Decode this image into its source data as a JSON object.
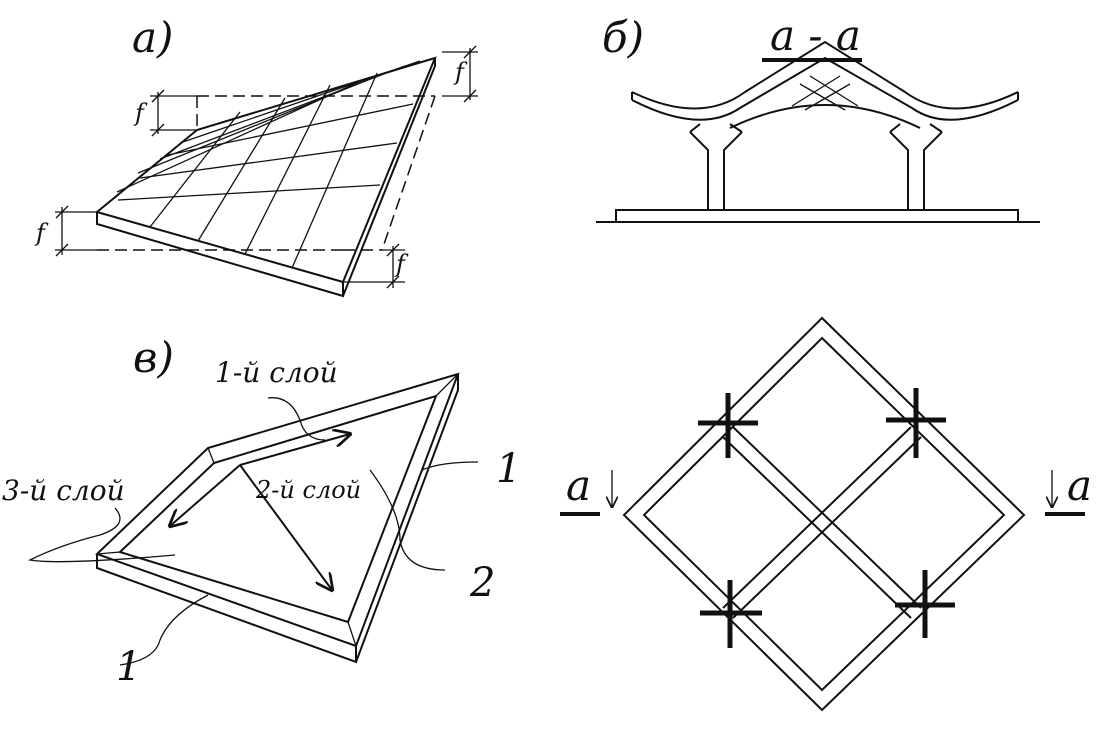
{
  "panels": {
    "a": {
      "label": "а)",
      "dims": [
        "f",
        "f",
        "f",
        "f"
      ]
    },
    "b": {
      "label": "б)",
      "section_title": "а - а"
    },
    "v": {
      "label": "в)",
      "layers": [
        "1-й слой",
        "2-й слой",
        "3-й слой"
      ],
      "callouts": [
        "1",
        "2",
        "1"
      ]
    },
    "plan": {
      "section_left": "а",
      "section_right": "а"
    }
  }
}
